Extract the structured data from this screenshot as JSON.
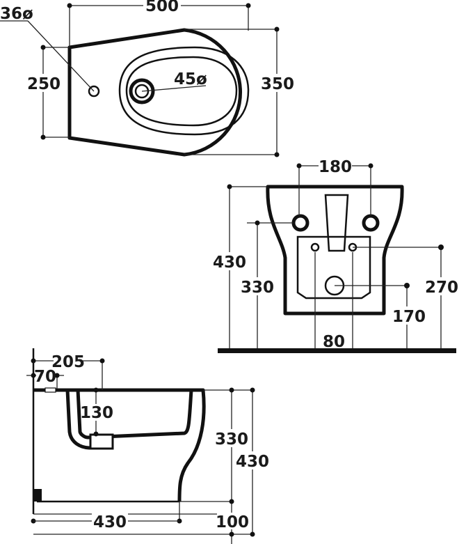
{
  "top_view": {
    "width_label": "500",
    "inlet_diameter_label": "36ø",
    "depth_inner_label": "250",
    "drain_diameter_label": "45ø",
    "depth_outer_label": "350"
  },
  "front_view": {
    "fixing_spacing_label": "180",
    "total_height_label": "430",
    "fixing_height_label": "330",
    "inlet_height_label": "270",
    "outlet_height_label": "170",
    "inlet_spacing_label": "80"
  },
  "side_view": {
    "bowl_offset_label": "205",
    "inlet_offset_label": "70",
    "bowl_depth_label": "130",
    "bowl_height_label": "330",
    "total_height_label": "430",
    "projection_label": "430",
    "base_gap_label": "100"
  }
}
